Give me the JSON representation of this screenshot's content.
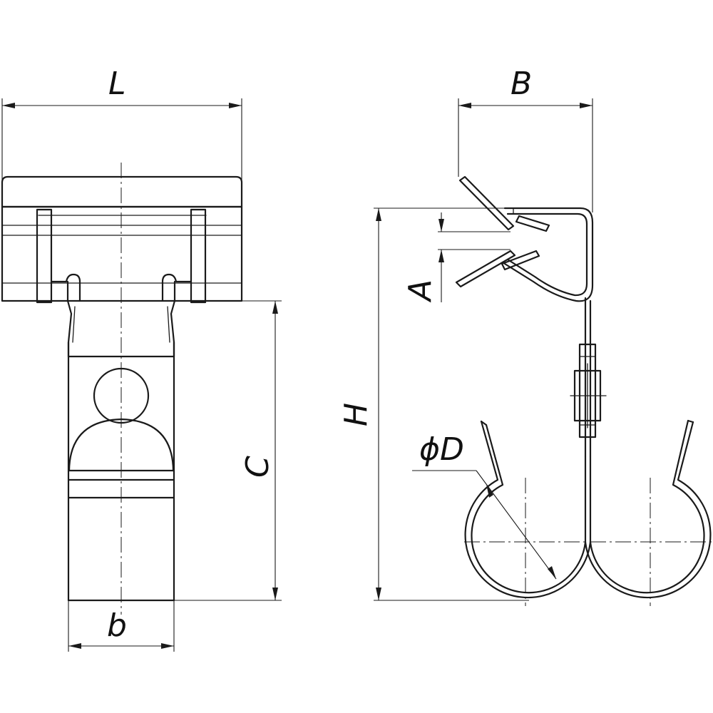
{
  "labels": {
    "L": "L",
    "B": "B",
    "A": "A",
    "H": "H",
    "C": "C",
    "b": "b",
    "D": "ϕD"
  }
}
